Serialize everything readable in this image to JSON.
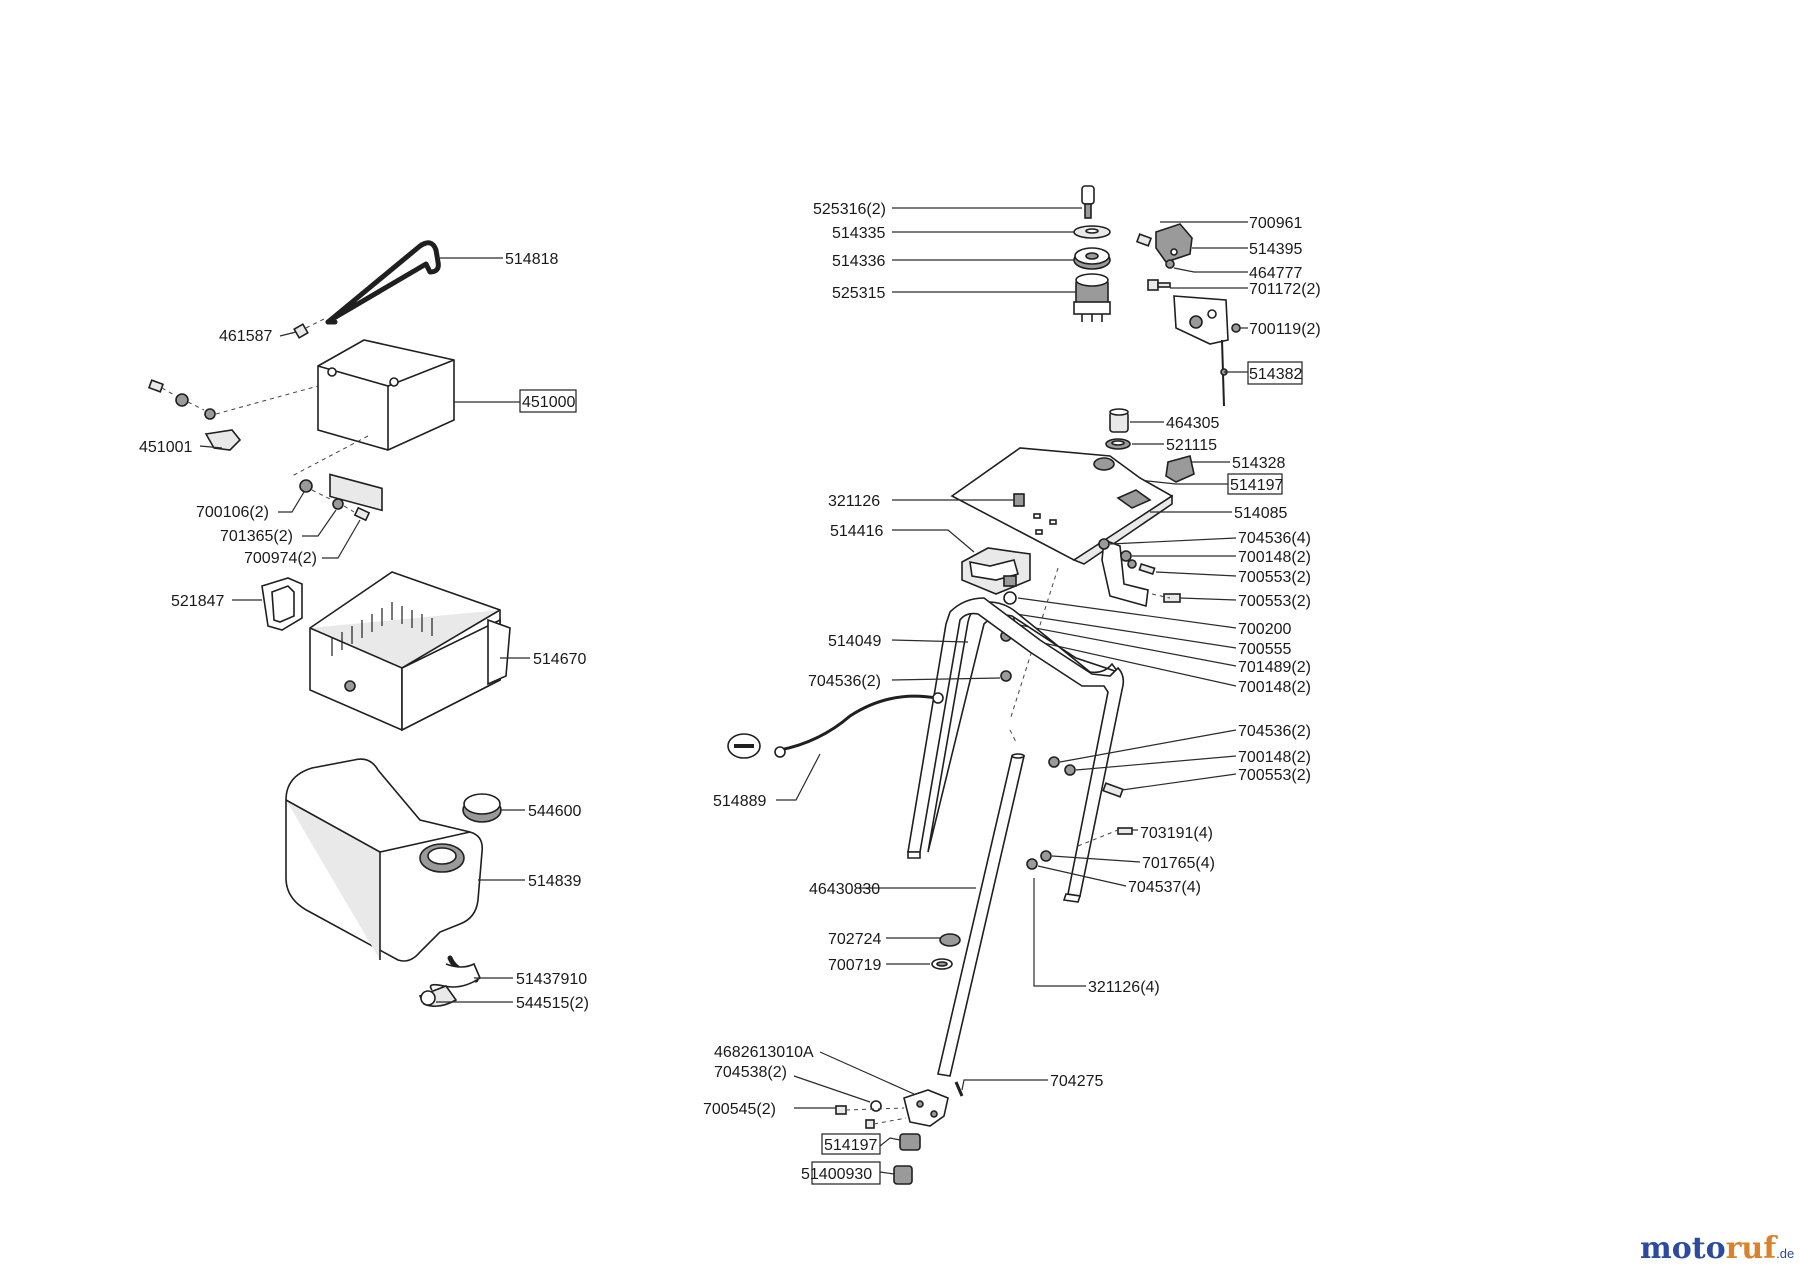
{
  "diagram": {
    "labels": {
      "p514818": "514818",
      "p461587": "461587",
      "p451000": "451000",
      "p451001": "451001",
      "p700106": "700106(2)",
      "p701365": "701365(2)",
      "p700974": "700974(2)",
      "p521847": "521847",
      "p514670": "514670",
      "p544600": "544600",
      "p514839": "514839",
      "p51437910": "51437910",
      "p544515": "544515(2)",
      "p525316": "525316(2)",
      "p514335": "514335",
      "p514336": "514336",
      "p525315": "525315",
      "p700961": "700961",
      "p514395": "514395",
      "p464777": "464777",
      "p701172": "701172(2)",
      "p700119": "700119(2)",
      "p514382": "514382",
      "p464305": "464305",
      "p521115": "521115",
      "p514328": "514328",
      "p514197a": "514197",
      "p321126a": "321126",
      "p514085": "514085",
      "p514416": "514416",
      "p704536a": "704536(4)",
      "p700148a": "700148(2)",
      "p700553a": "700553(2)",
      "p700553b": "700553(2)",
      "p700200": "700200",
      "p514049": "514049",
      "p700555": "700555",
      "p701489": "701489(2)",
      "p704536b": "704536(2)",
      "p700148b": "700148(2)",
      "p704536c": "704536(2)",
      "p700148c": "700148(2)",
      "p700553c": "700553(2)",
      "p514889": "514889",
      "p703191": "703191(4)",
      "p701765": "701765(4)",
      "p704537": "704537(4)",
      "p46430830": "46430830",
      "p702724": "702724",
      "p700719": "700719",
      "p321126b": "321126(4)",
      "p4682613010A": "4682613010A",
      "p704538": "704538(2)",
      "p704275": "704275",
      "p700545": "700545(2)",
      "p514197b": "514197",
      "p51400930": "51400930"
    }
  },
  "watermark": {
    "part1": "moto",
    "part2": "ruf",
    "suffix": ".de"
  }
}
